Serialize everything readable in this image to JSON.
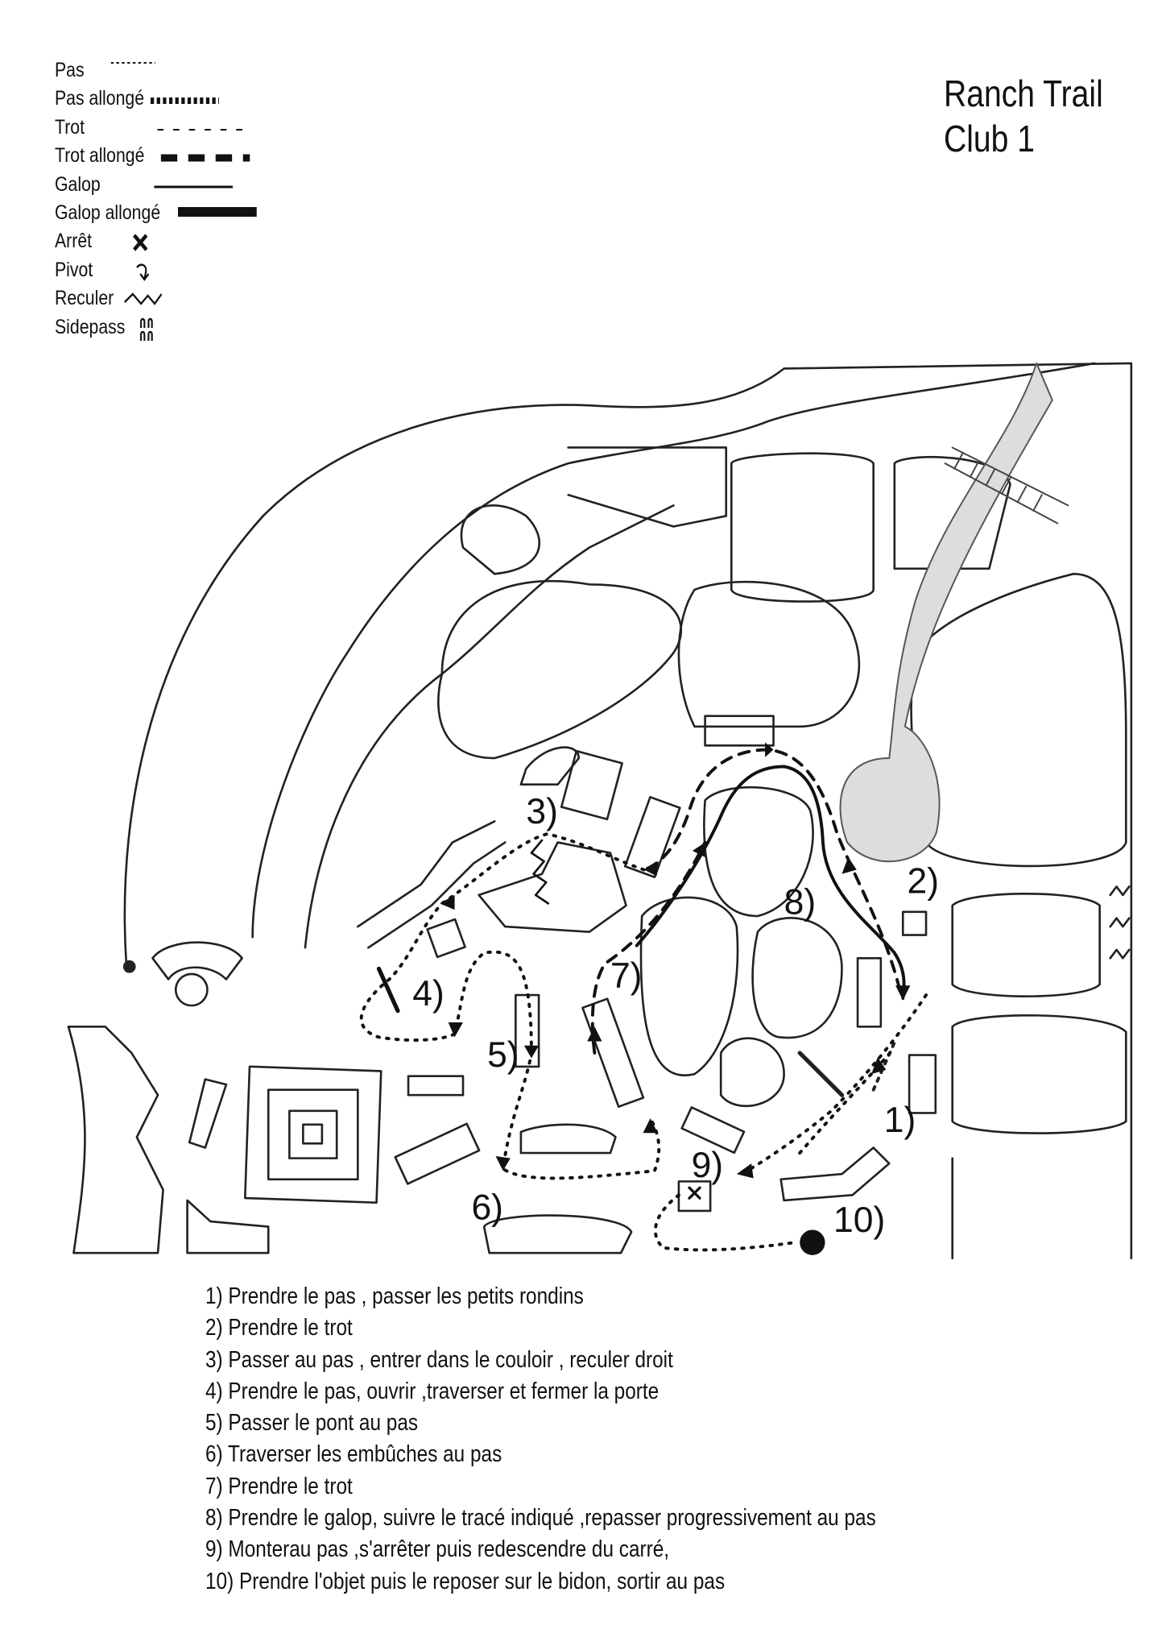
{
  "title": {
    "line1": "Ranch Trail",
    "line2": "Club 1"
  },
  "legend": [
    {
      "label": "Pas",
      "symbol": "fine-dotted-line"
    },
    {
      "label": "Pas allongé",
      "symbol": "bold-dotted-line"
    },
    {
      "label": "Trot",
      "symbol": "dashed-line"
    },
    {
      "label": "Trot allongé",
      "symbol": "bold-dashed-line"
    },
    {
      "label": "Galop",
      "symbol": "solid-line"
    },
    {
      "label": "Galop allongé",
      "symbol": "bold-solid-line"
    },
    {
      "label": "Arrêt",
      "symbol": "x-mark-icon"
    },
    {
      "label": "Pivot",
      "symbol": "pivot-arrow-icon"
    },
    {
      "label": "Reculer",
      "symbol": "zigzag-icon"
    },
    {
      "label": "Sidepass",
      "symbol": "sidepass-icon"
    }
  ],
  "map_labels": [
    "1)",
    "2)",
    "3)",
    "4)",
    "5)",
    "6)",
    "7)",
    "8)",
    "9)",
    "10)"
  ],
  "steps": [
    "1) Prendre le pas , passer les petits rondins",
    "2) Prendre le trot",
    "3) Passer au pas , entrer dans le couloir , reculer droit",
    "4) Prendre le pas, ouvrir ,traverser et fermer la porte",
    "5) Passer le pont au pas",
    "6) Traverser les embûches au pas",
    "7) Prendre le trot",
    "8) Prendre le galop, suivre le tracé indiqué ,repasser progressivement au pas",
    "9) Monterau pas ,s'arrêter puis redescendre du carré,",
    "10) Prendre l'objet puis le reposer sur le bidon, sortir au pas"
  ]
}
